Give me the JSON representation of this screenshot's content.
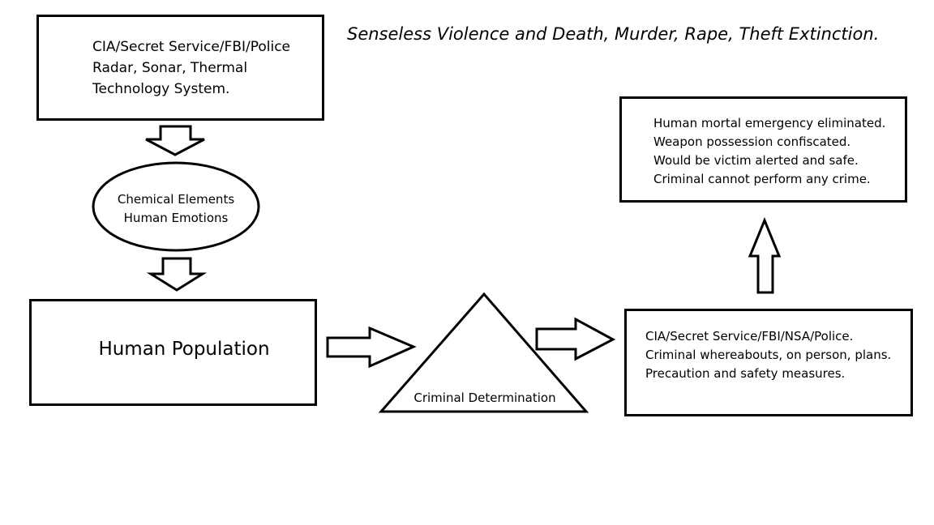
{
  "title": "Senseless Violence and Death, Murder, Rape, Theft Extinction.",
  "nodes": {
    "surveillance": {
      "lines": [
        "CIA/Secret Service/FBI/Police",
        "Radar, Sonar, Thermal",
        "Technology System."
      ]
    },
    "chemical": {
      "lines": [
        "Chemical Elements",
        "Human Emotions"
      ]
    },
    "population": {
      "label": "Human Population"
    },
    "criminal": {
      "label": "Criminal Determination"
    },
    "agencies": {
      "lines": [
        "CIA/Secret Service/FBI/NSA/Police.",
        "Criminal whereabouts, on person, plans.",
        "Precaution and safety measures."
      ]
    },
    "outcome": {
      "lines": [
        "Human mortal emergency eliminated.",
        "Weapon possession confiscated.",
        "Would be victim alerted and safe.",
        "Criminal cannot perform any crime."
      ]
    }
  }
}
